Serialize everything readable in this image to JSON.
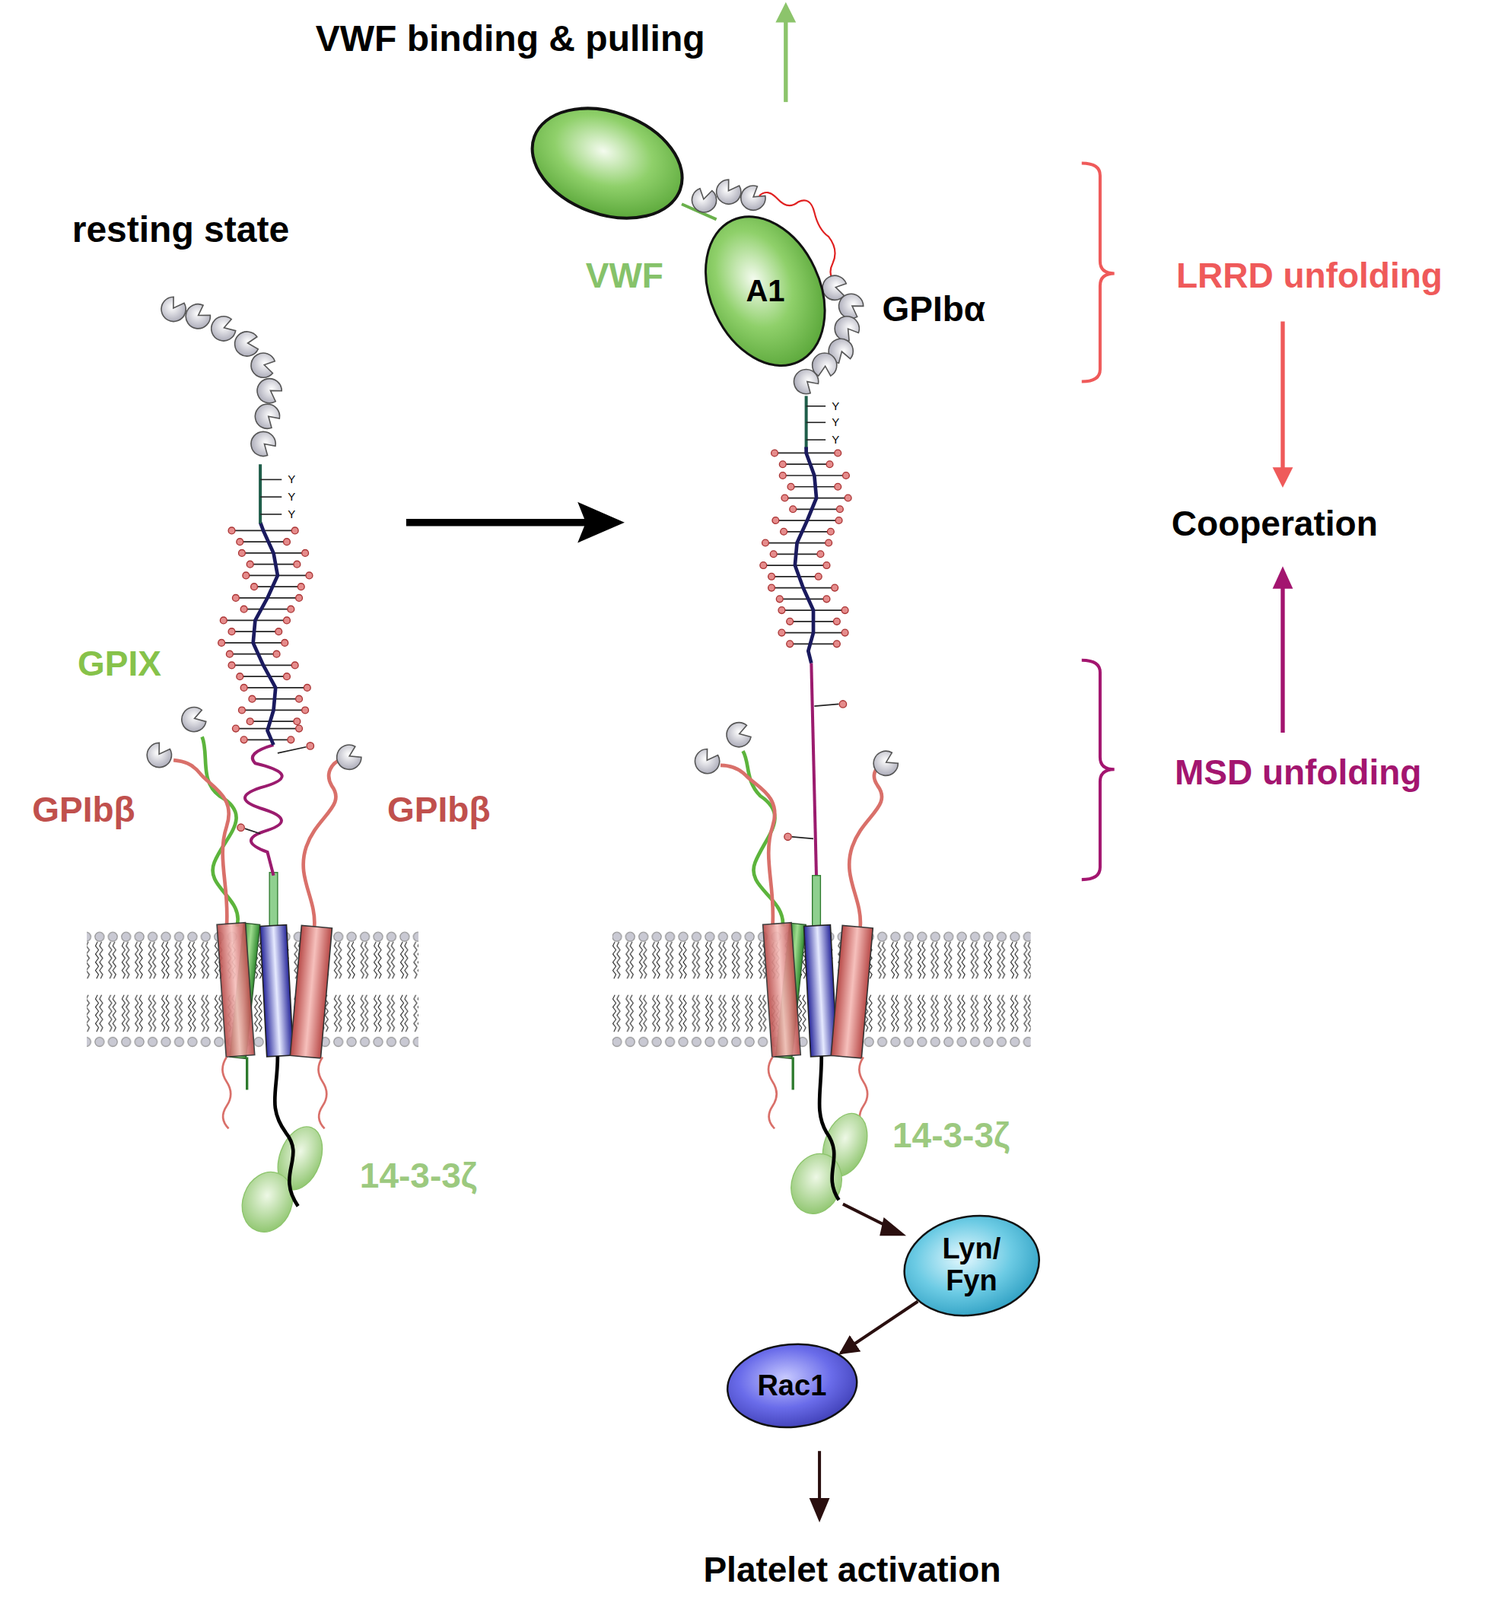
{
  "diagram": {
    "nodes": [
      {
        "text": [
          "A1"
        ]
      },
      {
        "text": [
          "Lyn/ Fyn"
        ]
      },
      {
        "text": [
          "Rac1"
        ]
      }
    ],
    "edges": [
      {
        "from": 1,
        "to": 2,
        "arrow": "to"
      }
    ],
    "labels": [
      "VWF binding & pulling",
      "resting state",
      "Y",
      "Y",
      "Y",
      "GPIX",
      "GPIbβ",
      "GPIbβ",
      "14-3-3ζ",
      "VWF",
      "GPIbα",
      "Y",
      "Y",
      "Y",
      "14-3-3ζ",
      "LRRD unfolding",
      "Cooperation",
      "MSD unfolding",
      "Platelet activation"
    ]
  }
}
